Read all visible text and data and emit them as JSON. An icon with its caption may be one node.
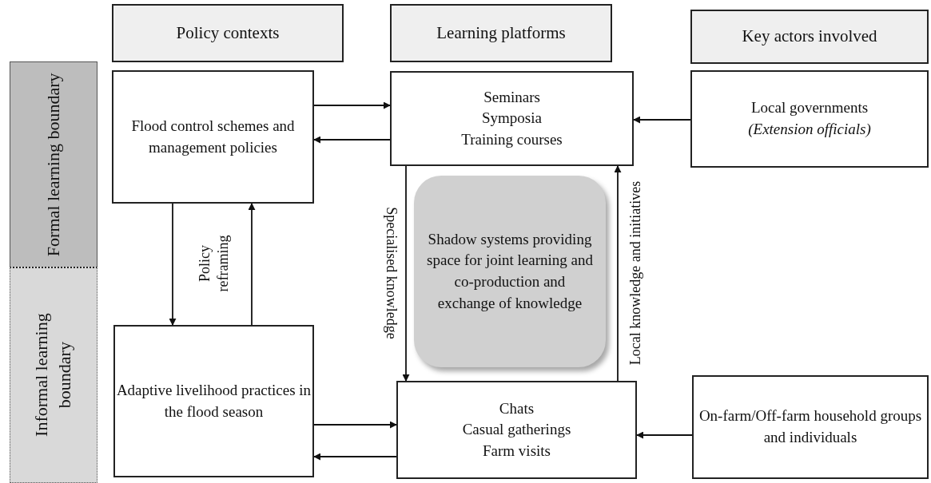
{
  "diagram": {
    "nodes": [
      {
        "text": [
          "Policy contexts"
        ]
      },
      {
        "text": [
          "Learning platforms"
        ]
      },
      {
        "text": [
          "Key actors involved"
        ]
      },
      {
        "text": [
          "Formal learning boundary"
        ]
      },
      {
        "text": [
          "Informal learning boundary"
        ]
      },
      {
        "text": [
          "Flood control schemes and management policies"
        ]
      },
      {
        "text": [
          "Seminars",
          "Symposia",
          "Training courses"
        ]
      },
      {
        "text": [
          "Local governments",
          "*(Extension officials)*"
        ]
      },
      {
        "text": [
          "Shadow systems providing space for joint learning and co-production and exchange of knowledge"
        ]
      },
      {
        "text": [
          "Adaptive livelihood practices in the flood season"
        ]
      },
      {
        "text": [
          "Chats",
          "Casual gatherings",
          "Farm visits"
        ]
      },
      {
        "text": [
          "On-farm/Off-farm household groups and individuals"
        ]
      }
    ],
    "edges": [
      {
        "from": 5,
        "to": 6,
        "arrow": "to"
      },
      {
        "from": 6,
        "to": 5,
        "arrow": "to"
      },
      {
        "from": 7,
        "to": 6,
        "arrow": "to"
      },
      {
        "from": 5,
        "to": 9,
        "arrow": "to"
      },
      {
        "from": 9,
        "to": 5,
        "arrow": "to",
        "label": "Policy reframing"
      },
      {
        "from": 6,
        "to": 10,
        "arrow": "to",
        "label": "Specialised knowledge"
      },
      {
        "from": 10,
        "to": 6,
        "arrow": "to",
        "label": "Local knowledge and initiatives"
      },
      {
        "from": 9,
        "to": 10,
        "arrow": "to"
      },
      {
        "from": 10,
        "to": 9,
        "arrow": "to"
      },
      {
        "from": 11,
        "to": 10,
        "arrow": "to"
      }
    ]
  }
}
